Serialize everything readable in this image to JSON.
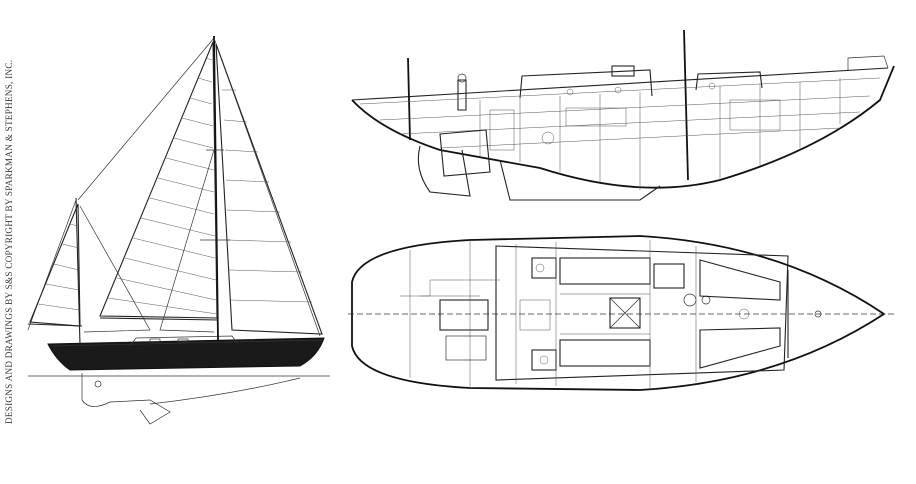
{
  "credit_text": "DESIGNS AND DRAWINGS BY S&S COPYRIGHT BY SPARKMAN & STEPHENS, INC.",
  "drawings": [
    {
      "name": "sail plan"
    },
    {
      "name": "inboard profile"
    },
    {
      "name": "accommodation plan"
    }
  ]
}
